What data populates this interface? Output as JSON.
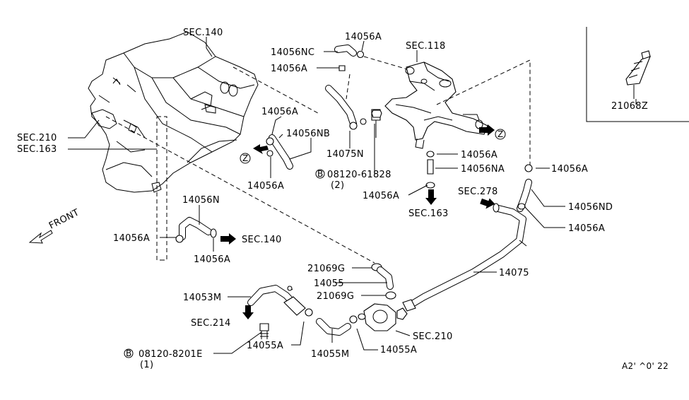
{
  "diagram": {
    "sections": {
      "sec140_top": "SEC.140",
      "sec118": "SEC.118",
      "sec210_left": "SEC.210",
      "sec163_left": "SEC.163",
      "sec140_right": "SEC.140",
      "sec163_mid": "SEC.163",
      "sec278": "SEC.278",
      "sec214": "SEC.214",
      "sec210_bottom": "SEC.210"
    },
    "parts": {
      "p14056A_top": "14056A",
      "p14056NC": "14056NC",
      "p14056A_top2": "14056A",
      "p14056A_mid": "14056A",
      "p14056NB": "14056NB",
      "p14056A_low": "14056A",
      "p14075N": "14075N",
      "bolt1_b": "B",
      "bolt1_num": "08120-61828",
      "bolt1_qty": "(2)",
      "p14056A_r1": "14056A",
      "p14056NA": "14056NA",
      "p14056A_r2": "14056A",
      "p14056A_far": "14056A",
      "p14056ND": "14056ND",
      "p14056A_far2": "14056A",
      "p14056N": "14056N",
      "p14056A_left": "14056A",
      "p14056A_left2": "14056A",
      "p21069G_a": "21069G",
      "p14055": "14055",
      "p21069G_b": "21069G",
      "p14075": "14075",
      "p14053M": "14053M",
      "p14055A_l": "14055A",
      "p14055M": "14055M",
      "p14055A_r": "14055A",
      "bolt2_b": "B",
      "bolt2_num": "08120-8201E",
      "bolt2_qty": "(1)",
      "p21068Z": "21068Z"
    },
    "front_label": "FRONT",
    "z_marker": "Z",
    "corner_code": "A2' ^0' 22"
  }
}
